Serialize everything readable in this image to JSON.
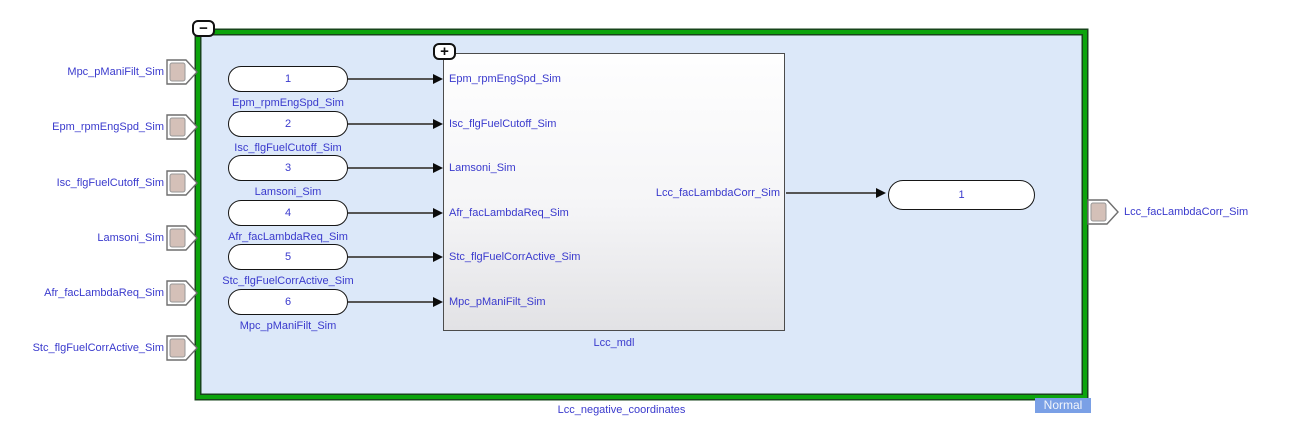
{
  "diagram": {
    "subsystem_name": "Lcc_negative_coordinates",
    "mode_badge": "Normal",
    "collapse_glyph": "−",
    "expand_glyph": "+"
  },
  "external_inputs": [
    {
      "label": "Mpc_pManiFilt_Sim"
    },
    {
      "label": "Epm_rpmEngSpd_Sim"
    },
    {
      "label": "Isc_flgFuelCutoff_Sim"
    },
    {
      "label": "Lamsoni_Sim"
    },
    {
      "label": "Afr_facLambdaReq_Sim"
    },
    {
      "label": "Stc_flgFuelCorrActive_Sim"
    }
  ],
  "external_output": {
    "label": "Lcc_facLambdaCorr_Sim"
  },
  "inports": [
    {
      "number": "1",
      "label": "Epm_rpmEngSpd_Sim"
    },
    {
      "number": "2",
      "label": "Isc_flgFuelCutoff_Sim"
    },
    {
      "number": "3",
      "label": "Lamsoni_Sim"
    },
    {
      "number": "4",
      "label": "Afr_facLambdaReq_Sim"
    },
    {
      "number": "5",
      "label": "Stc_flgFuelCorrActive_Sim"
    },
    {
      "number": "6",
      "label": "Mpc_pManiFilt_Sim"
    }
  ],
  "outport": {
    "number": "1"
  },
  "model_block": {
    "name": "Lcc_mdl",
    "input_ports": [
      "Epm_rpmEngSpd_Sim",
      "Isc_flgFuelCutoff_Sim",
      "Lamsoni_Sim",
      "Afr_facLambdaReq_Sim",
      "Stc_flgFuelCorrActive_Sim",
      "Mpc_pManiFilt_Sim"
    ],
    "output_port": "Lcc_facLambdaCorr_Sim"
  },
  "colors": {
    "highlight_green": "#0ca40c",
    "subsystem_fill": "#dce8f9",
    "label_blue": "#3a3acd",
    "badge_blue": "#7aa0e6",
    "port_square": "#d4c0b8"
  }
}
